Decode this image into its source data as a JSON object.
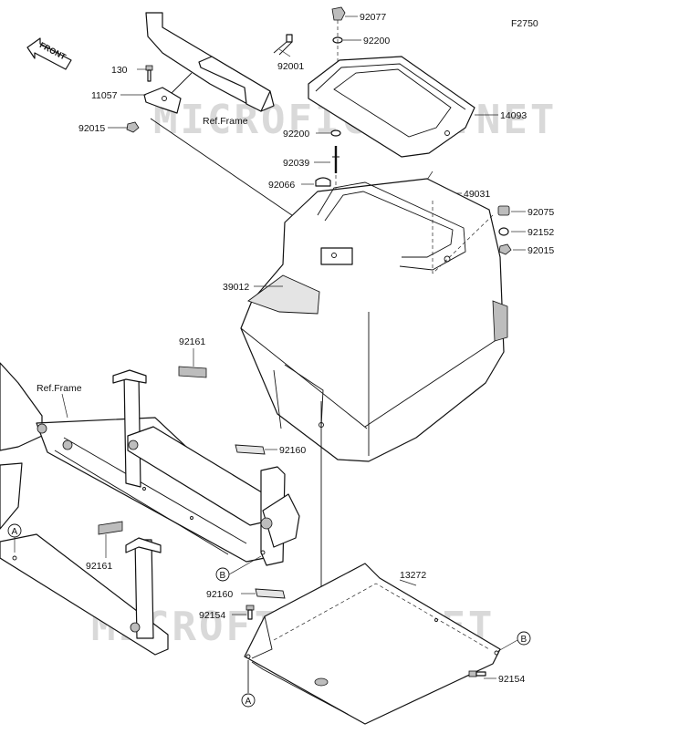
{
  "figure_code": "F2750",
  "front_arrow": "FRONT",
  "watermark": "MICROFICHES.NET",
  "ref_frame": "Ref.Frame",
  "circle_a": "A",
  "circle_b": "B",
  "labels": {
    "p92077": "92077",
    "p92200a": "92200",
    "p92001": "92001",
    "p130": "130",
    "p11057": "11057",
    "p92015a": "92015",
    "p14093": "14093",
    "p92200b": "92200",
    "p92039": "92039",
    "p92066": "92066",
    "p49031": "49031",
    "p92075": "92075",
    "p92152": "92152",
    "p92015b": "92015",
    "p39012": "39012",
    "p92161a": "92161",
    "p92160a": "92160",
    "p92161b": "92161",
    "p92160b": "92160",
    "p92154a": "92154",
    "p13272": "13272",
    "p92154b": "92154"
  }
}
